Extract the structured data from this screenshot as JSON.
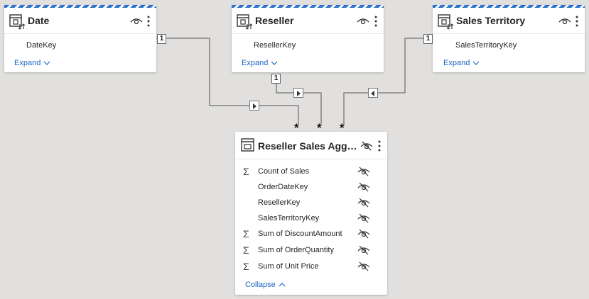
{
  "tables": {
    "date": {
      "title": "Date",
      "fields": [
        "DateKey"
      ],
      "toggle_label": "Expand"
    },
    "reseller": {
      "title": "Reseller",
      "fields": [
        "ResellerKey"
      ],
      "toggle_label": "Expand"
    },
    "sales_territory": {
      "title": "Sales Territory",
      "fields": [
        "SalesTerritoryKey"
      ],
      "toggle_label": "Expand"
    },
    "reseller_sales_agg": {
      "title": "Reseller Sales Aggreg...",
      "fields": [
        {
          "name": "Count of Sales",
          "measure": true,
          "hidden_icon": "eye-hidden-icon"
        },
        {
          "name": "OrderDateKey",
          "measure": false,
          "hidden_icon": "eye-hidden-icon"
        },
        {
          "name": "ResellerKey",
          "measure": false,
          "hidden_icon": "eye-hidden-icon"
        },
        {
          "name": "SalesTerritoryKey",
          "measure": false,
          "hidden_icon": "eye-hidden-icon"
        },
        {
          "name": "Sum of DiscountAmount",
          "measure": true,
          "hidden_icon": "eye-hidden-icon"
        },
        {
          "name": "Sum of OrderQuantity",
          "measure": true,
          "hidden_icon": "eye-hidden-icon"
        },
        {
          "name": "Sum of Unit Price",
          "measure": true,
          "hidden_icon": "eye-hidden-icon"
        }
      ],
      "toggle_label": "Collapse"
    }
  },
  "relationships": {
    "one_label": "1",
    "many_label": "*"
  },
  "colors": {
    "canvas": "#e1e0de",
    "accent": "#2b73cc",
    "link": "#1a66c4",
    "line": "#555555"
  }
}
